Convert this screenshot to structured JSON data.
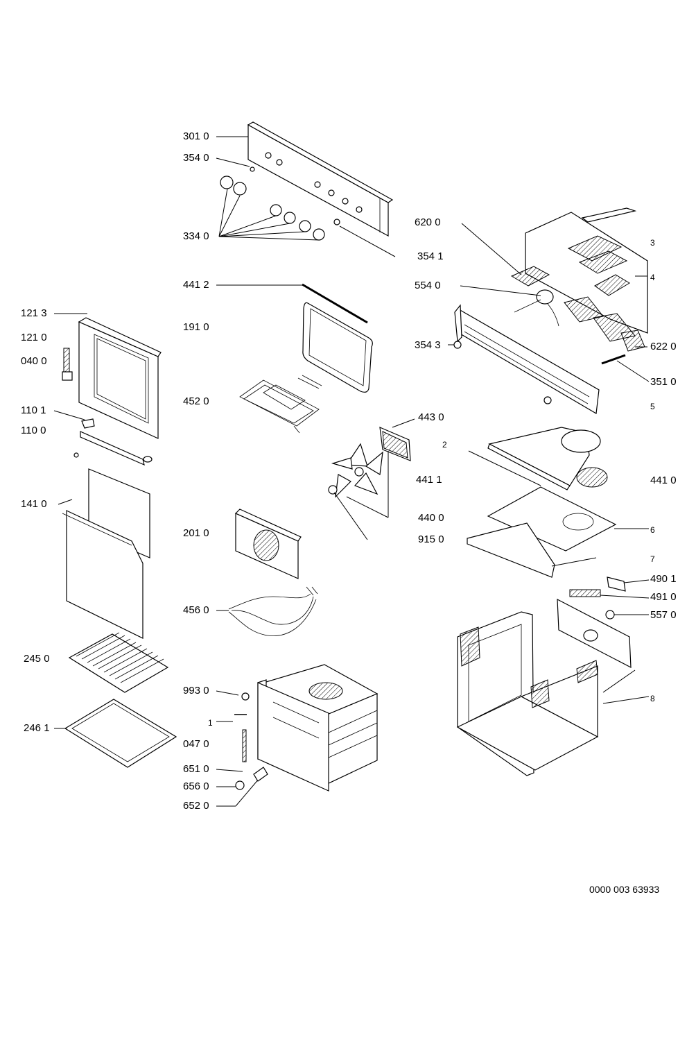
{
  "callouts": {
    "c3010": "301 0",
    "c3540": "354 0",
    "c3340": "334 0",
    "c3541": "354 1",
    "c4412": "441 2",
    "c1910": "191 0",
    "c4520": "452 0",
    "c1213": "121 3",
    "c1210": "121 0",
    "c0400": "040 0",
    "c1101": "110 1",
    "c1100": "110 0",
    "c1410": "141 0",
    "c6200": "620 0",
    "c5540": "554 0",
    "c3543": "354 3",
    "c6220": "622 0",
    "c3510": "351 0",
    "c4430": "443 0",
    "c4411": "441 1",
    "c4410": "441 0",
    "c4400": "440 0",
    "c9150": "915 0",
    "c2010": "201 0",
    "c4560": "456 0",
    "c2450": "245 0",
    "c2461": "246 1",
    "c9930": "993 0",
    "c0470": "047 0",
    "c6510": "651 0",
    "c6560": "656 0",
    "c6520": "652 0",
    "c4901": "490 1",
    "c4910": "491 0",
    "c5570": "557 0",
    "n1": "1",
    "n2": "2",
    "n3": "3",
    "n4": "4",
    "n5": "5",
    "n6": "6",
    "n7": "7",
    "n8": "8"
  },
  "drawing_number": "0000 003 63933"
}
